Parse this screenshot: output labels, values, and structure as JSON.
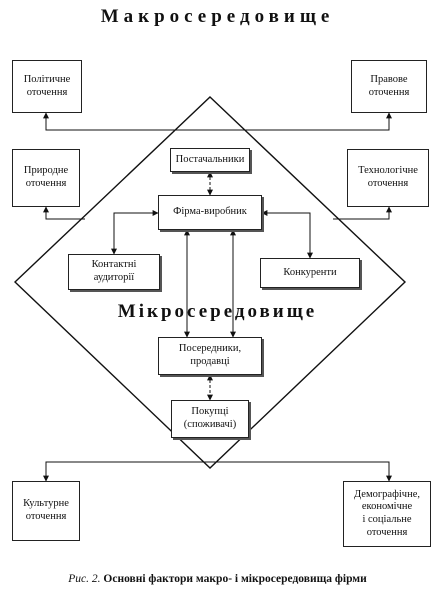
{
  "macro_title": "Макросередовище",
  "micro_title": "Мікросередовище",
  "boxes": {
    "political": "Політичне\nоточення",
    "legal": "Правове\nоточення",
    "natural": "Природне\nоточення",
    "technological": "Технологічне\nоточення",
    "suppliers": "Постачальники",
    "firm": "Фірма-виробник",
    "audiences": "Контактні\nаудиторії",
    "competitors": "Конкуренти",
    "intermediaries": "Посередники,\nпродавці",
    "buyers": "Покупці\n(споживачі)",
    "cultural": "Культурне\nоточення",
    "demographic": "Демографічне,\nекономічне\nі соціальне\nоточення"
  },
  "caption": {
    "figure": "Рис. 2.",
    "text": "Основні фактори макро- і мікросередовища фірми"
  }
}
